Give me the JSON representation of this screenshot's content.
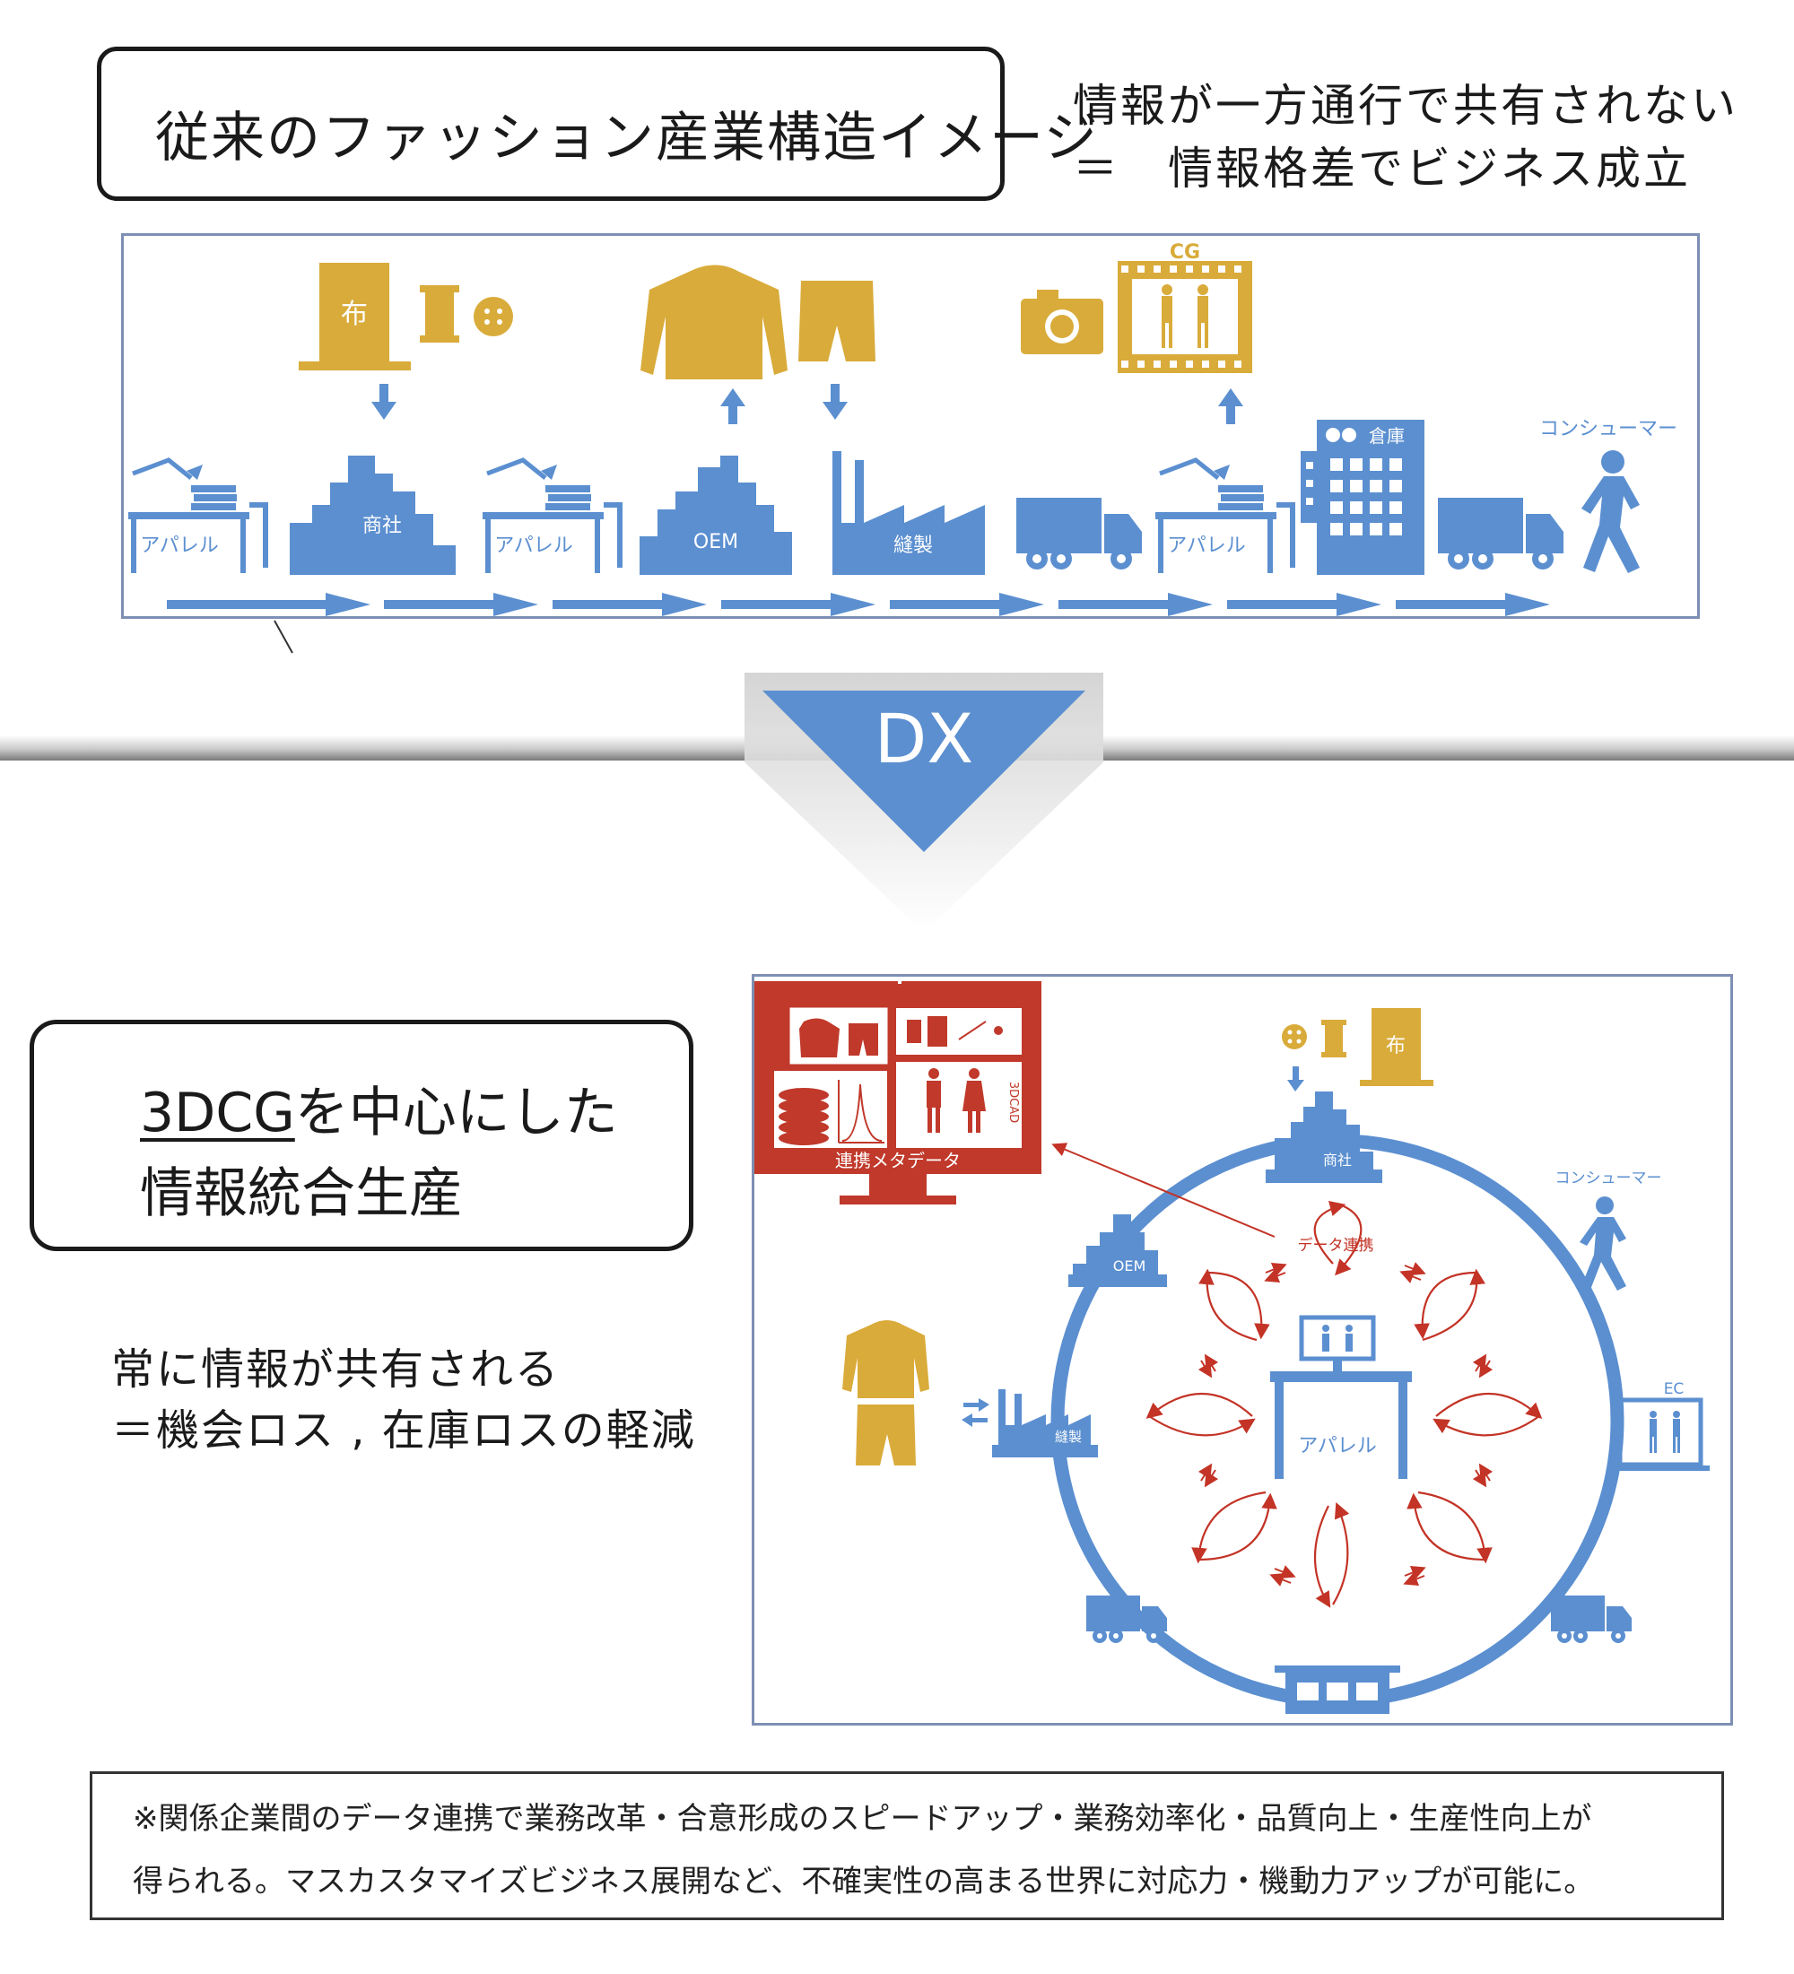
{
  "top": {
    "title": "従来のファッション産業構造イメージ",
    "right_line1": "情報が一方通行で共有されない",
    "right_line2": "＝　情報格差でビジネス成立"
  },
  "flow": {
    "nodes": [
      "アパレル",
      "商社",
      "アパレル",
      "OEM",
      "縫製",
      "アパレル"
    ],
    "warehouse": "倉庫",
    "consumer": "コンシューマー",
    "fabric": "布",
    "cg": "CG"
  },
  "dx": {
    "label": "DX"
  },
  "bottom": {
    "box_line1_a": "3DCG",
    "box_line1_b": "を中心にした",
    "box_line2": "情報統合生産",
    "text_line1": "常に情報が共有される",
    "text_line2": "＝機会ロス , 在庫ロスの軽減"
  },
  "circle": {
    "monitor_label": "連携メタデータ",
    "monitor_cad": "3DCAD",
    "fabric": "布",
    "trading": "商社",
    "consumer": "コンシューマー",
    "oem": "OEM",
    "sewing": "縫製",
    "data_link": "データ連携",
    "apparel": "アパレル",
    "ec": "EC",
    "warehouse": "倉庫"
  },
  "note": {
    "line1": "※関係企業間のデータ連携で業務改革・合意形成のスピードアップ・業務効率化・品質向上・生産性向上が",
    "line2": "得られる。マスカスタマイズビジネス展開など、不確実性の高まる世界に対応力・機動力アップが可能に。"
  },
  "colors": {
    "blue": "#5b8fd0",
    "gold": "#d9ab3a",
    "red": "#c0392b",
    "arrow_red": "#c33326"
  }
}
